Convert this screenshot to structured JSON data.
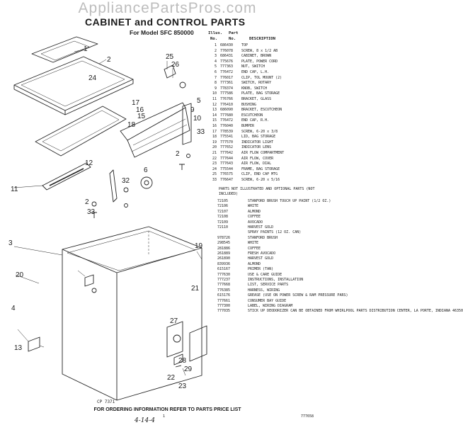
{
  "watermark": "AppliancePartsPros.com",
  "title": "CABINET and CONTROL PARTS",
  "model": "For Model SFC 850000",
  "table": {
    "header": {
      "illus": "Illus.",
      "part": "Part",
      "no": "No.",
      "no2": "No.",
      "description": "DESCRIPTION"
    },
    "rows": [
      {
        "n": "1",
        "part": "686430",
        "desc": "TOP"
      },
      {
        "n": "2",
        "part": "776078",
        "desc": "SCREW, 8 x 1/2 AB"
      },
      {
        "n": "3",
        "part": "686431",
        "desc": "CABINET, BROWN"
      },
      {
        "n": "4",
        "part": "775676",
        "desc": "PLATE, POWER CORD"
      },
      {
        "n": "5",
        "part": "777363",
        "desc": "NUT, SWITCH"
      },
      {
        "n": "6",
        "part": "776472",
        "desc": "END CAP, L.H."
      },
      {
        "n": "7",
        "part": "776017",
        "desc": "CLIP, TOL MOUNT (2)"
      },
      {
        "n": "8",
        "part": "777361",
        "desc": "SWITCH, ROTARY"
      },
      {
        "n": "9",
        "part": "778374",
        "desc": "KNOB, SWITCH"
      },
      {
        "n": "10",
        "part": "777586",
        "desc": "PLATE, BAG STORAGE"
      },
      {
        "n": "11",
        "part": "776766",
        "desc": "BRACKET, GLASS"
      },
      {
        "n": "12",
        "part": "776410",
        "desc": "BUSHING"
      },
      {
        "n": "13",
        "part": "686090",
        "desc": "BRACKET, ESCUTCHEON"
      },
      {
        "n": "14",
        "part": "777680",
        "desc": "ESCUTCHEON"
      },
      {
        "n": "15",
        "part": "776472",
        "desc": "END CAP, R.H."
      },
      {
        "n": "16",
        "part": "776040",
        "desc": "BUMPER"
      },
      {
        "n": "17",
        "part": "778539",
        "desc": "SCREW, 6-20 x 3/8"
      },
      {
        "n": "18",
        "part": "775541",
        "desc": "LID, BAG STORAGE"
      },
      {
        "n": "19",
        "part": "777570",
        "desc": "INDICATOR LIGHT"
      },
      {
        "n": "20",
        "part": "777652",
        "desc": "INDICATOR LENS"
      },
      {
        "n": "21",
        "part": "777642",
        "desc": "AIR FLOW COMPARTMENT"
      },
      {
        "n": "22",
        "part": "777644",
        "desc": "AIR FLOW, COVER"
      },
      {
        "n": "23",
        "part": "777643",
        "desc": "AIR FLOW, DIAL"
      },
      {
        "n": "24",
        "part": "775544",
        "desc": "FRAME, BAG STORAGE"
      },
      {
        "n": "25",
        "part": "776575",
        "desc": "CLIP, END CAP MTG"
      },
      {
        "n": "33",
        "part": "776647",
        "desc": "SCREW, 6-20 x 5/16"
      }
    ],
    "not_illustrated_header": "PARTS NOT ILLUSTRATED AND OPTIONAL PARTS (NOT INCLUDED)",
    "not_illustrated": [
      {
        "part": "72105",
        "desc": "STANFORD BRUSH TOUCH UP PAINT (1/2 OZ.)"
      },
      {
        "part": "72106",
        "desc": "WHITE"
      },
      {
        "part": "72107",
        "desc": "ALMOND"
      },
      {
        "part": "72108",
        "desc": "COFFEE"
      },
      {
        "part": "72109",
        "desc": "AVOCADO"
      },
      {
        "part": "72110",
        "desc": "HARVEST GOLD"
      },
      {
        "part": "",
        "desc": "SPRAY PAINTS (12 OZ. CAN)"
      },
      {
        "part": "978726",
        "desc": "STANFORD BRUSH"
      },
      {
        "part": "298545",
        "desc": "WHITE"
      },
      {
        "part": "281886",
        "desc": "COFFEE"
      },
      {
        "part": "261889",
        "desc": "FRESH AVOCADO"
      },
      {
        "part": "261890",
        "desc": "HARVEST GOLD"
      },
      {
        "part": "839936",
        "desc": "ALMOND"
      },
      {
        "part": "615167",
        "desc": "PRIMER (TAN)"
      },
      {
        "part": "777630",
        "desc": "USE & CARE GUIDE"
      },
      {
        "part": "777237",
        "desc": "INSTRUCTIONS, INSTALLATION"
      },
      {
        "part": "777668",
        "desc": "LIST, SERVICE PARTS"
      },
      {
        "part": "776385",
        "desc": "HARNESS, WIRING"
      },
      {
        "part": "615176",
        "desc": "GREASE (USE ON POWER SCREW & RAM PRESSURE PARS)"
      },
      {
        "part": "777661",
        "desc": "CONSUMER BAY GUIDE"
      },
      {
        "part": "777300",
        "desc": "LABEL, WIRING DIAGRAM"
      },
      {
        "part": "777035",
        "desc": "STICK UP DEODORIZER CAN BE OBTAINED FROM WHIRLPOOL PARTS DISTRIBUTION CENTER, LA PORTE, INDIANA 46350"
      }
    ]
  },
  "callouts": {
    "c1": "1",
    "c2a": "2",
    "c2b": "2",
    "c2c": "2",
    "c3": "3",
    "c4": "4",
    "c5": "5",
    "c6": "6",
    "c9": "9",
    "c10": "10",
    "c11": "11",
    "c12": "12",
    "c13": "13",
    "c15": "15",
    "c16": "16",
    "c17": "17",
    "c18": "18",
    "c19": "19",
    "c20": "20",
    "c21": "21",
    "c22": "22",
    "c23": "23",
    "c24": "24",
    "c25": "25",
    "c26": "26",
    "c27": "27",
    "c28": "28",
    "c29": "29",
    "c32": "32",
    "c33a": "33",
    "c33b": "33"
  },
  "figure_code": "CP 7371",
  "footer": "FOR ORDERING INFORMATION REFER TO PARTS PRICE LIST",
  "page_number": "1",
  "document_number": "777658",
  "handwritten": "4-14-4"
}
